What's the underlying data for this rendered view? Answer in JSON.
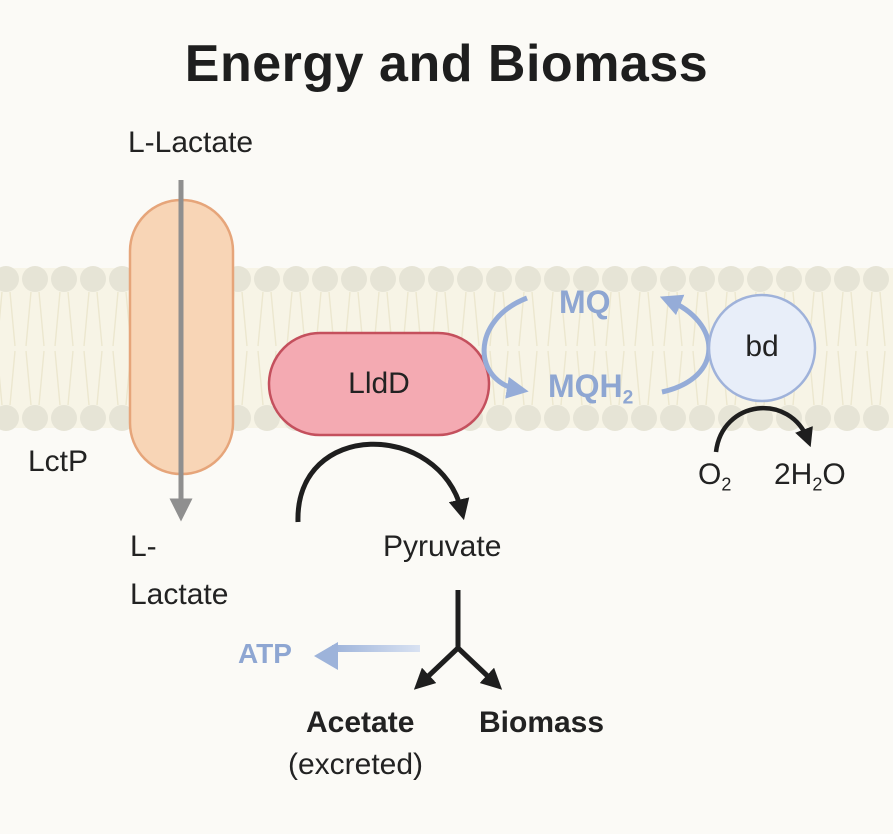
{
  "title": "Energy and Biomass",
  "transporter": {
    "name": "LctP",
    "substrate_out": "L-Lactate",
    "substrate_in_line1": "L-",
    "substrate_in_line2": "Lactate"
  },
  "enzyme": {
    "name": "LldD",
    "product": "Pyruvate"
  },
  "quinone": {
    "oxidized": "MQ",
    "reduced_base": "MQH",
    "reduced_sub": "2"
  },
  "oxidase": {
    "name": "bd",
    "reactant_base": "O",
    "reactant_sub": "2",
    "product_prefix": "2H",
    "product_sub": "2",
    "product_suffix": "O"
  },
  "outputs": {
    "atp": "ATP",
    "acetate": "Acetate",
    "acetate_note": "(excreted)",
    "biomass": "Biomass"
  },
  "colors": {
    "membrane_head": "#e6e4d6",
    "transporter_fill": "#f8d5b6",
    "transporter_stroke": "#e6a57a",
    "enzyme_fill": "#f4aab2",
    "enzyme_stroke": "#c4505d",
    "quinone_arrow": "#95acd8",
    "oxidase_fill": "#e8eef9",
    "oxidase_stroke": "#9fb2da",
    "lactate_arrow": "#8f8f8f",
    "reaction_arrow": "#1e1e1e"
  }
}
